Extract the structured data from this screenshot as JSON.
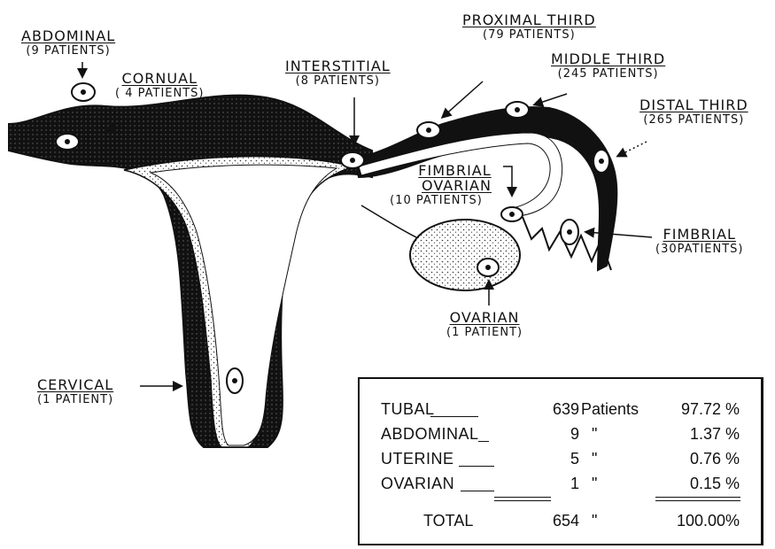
{
  "labels": {
    "abdominal": {
      "title": "ABDOMINAL",
      "count": "(9 PATIENTS)"
    },
    "cornual": {
      "title": "CORNUAL",
      "count": "( 4 PATIENTS)"
    },
    "interstitial": {
      "title": "INTERSTITIAL",
      "count": "(8 PATIENTS)"
    },
    "proximal": {
      "title": "PROXIMAL THIRD",
      "count": "(79 PATIENTS)"
    },
    "middle": {
      "title": "MIDDLE THIRD",
      "count": "(245 PATIENTS)"
    },
    "distal": {
      "title": "DISTAL THIRD",
      "count": "(265 PATIENTS)"
    },
    "fimbrial_ovarian": {
      "title1": "FIMBRIAL",
      "title2": "OVARIAN",
      "count": "(10 PATIENTS)"
    },
    "fimbrial": {
      "title": "FIMBRIAL",
      "count": "(30PATIENTS)"
    },
    "ovarian": {
      "title": "OVARIAN",
      "count": "(1 PATIENT)"
    },
    "cervical": {
      "title": "CERVICAL",
      "count": "(1 PATIENT)"
    }
  },
  "table": {
    "rows": [
      {
        "site": "TUBAL",
        "count": "639",
        "unit": "Patients",
        "percent": "97.72 %"
      },
      {
        "site": "ABDOMINAL",
        "count": "9",
        "unit": "\"",
        "percent": "1.37 %"
      },
      {
        "site": "UTERINE",
        "count": "5",
        "unit": "\"",
        "percent": "0.76 %"
      },
      {
        "site": "OVARIAN",
        "count": "1",
        "unit": "\"",
        "percent": "0.15 %"
      }
    ],
    "total": {
      "label": "TOTAL",
      "count": "654",
      "unit": "\"",
      "percent": "100.00%"
    }
  }
}
